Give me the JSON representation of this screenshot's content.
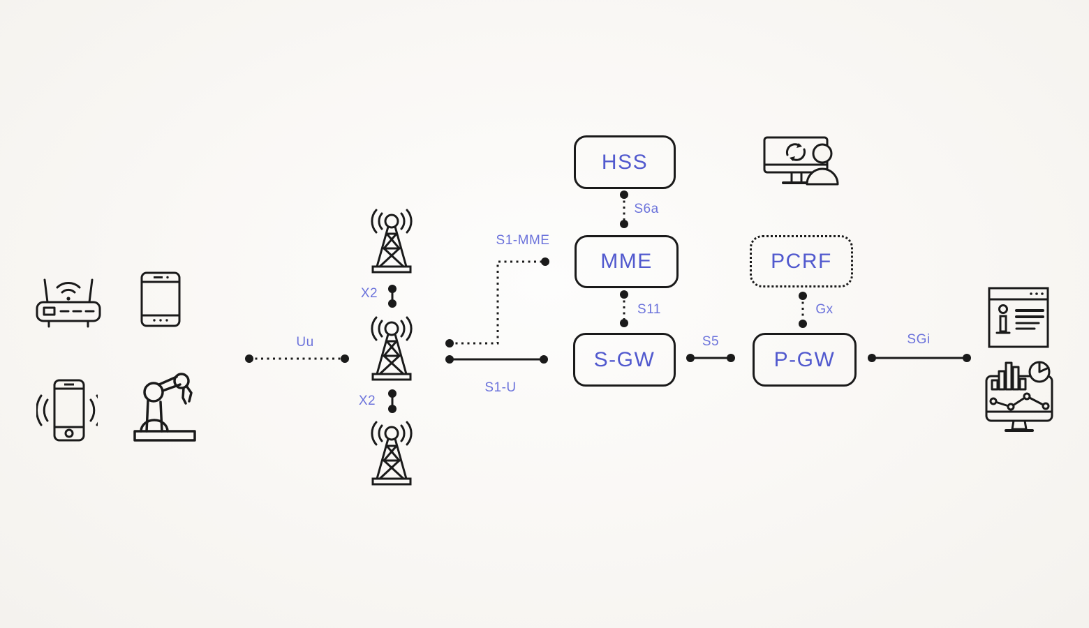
{
  "nodes": {
    "hss": {
      "label": "HSS"
    },
    "mme": {
      "label": "MME"
    },
    "sgw": {
      "label": "S-GW"
    },
    "pcrf": {
      "label": "PCRF"
    },
    "pgw": {
      "label": "P-GW"
    }
  },
  "interfaces": {
    "uu": {
      "label": "Uu"
    },
    "x2_top": {
      "label": "X2"
    },
    "x2_bottom": {
      "label": "X2"
    },
    "s1_mme": {
      "label": "S1-MME"
    },
    "s1_u": {
      "label": "S1-U"
    },
    "s6a": {
      "label": "S6a"
    },
    "s11": {
      "label": "S11"
    },
    "s5": {
      "label": "S5"
    },
    "gx": {
      "label": "Gx"
    },
    "sgi": {
      "label": "SGi"
    }
  },
  "icons": {
    "devices": [
      "wifi-router-icon",
      "tablet-icon",
      "vibrating-phone-icon",
      "robot-arm-icon"
    ],
    "radio": [
      "cell-tower-icon",
      "cell-tower-icon",
      "cell-tower-icon"
    ],
    "operations": [
      "admin-monitor-user-icon"
    ],
    "services": [
      "info-browser-icon",
      "analytics-dashboard-icon"
    ]
  },
  "colors": {
    "ink": "#1a1a1a",
    "node_blue": "#5159ce",
    "iface_blue": "#6c73db",
    "bg": "#f8f6f2"
  }
}
